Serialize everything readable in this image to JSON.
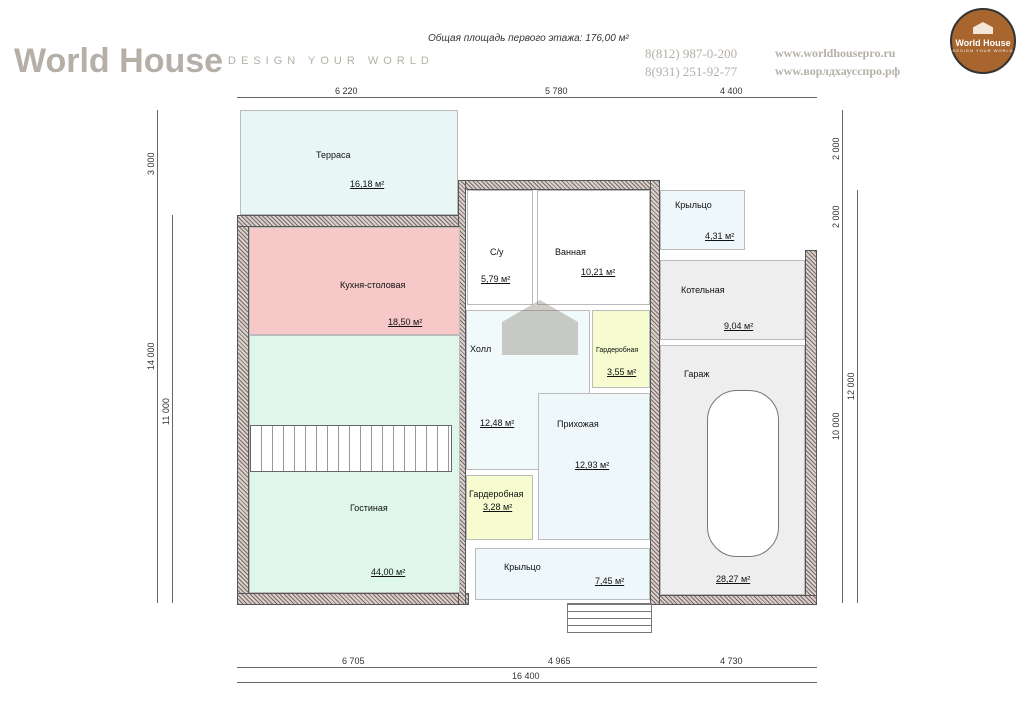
{
  "title": "Общая площадь первого этажа: 176,00 м²",
  "logo": {
    "name": "World House",
    "tagline": "DESIGN YOUR WORLD",
    "color": "#a8652e"
  },
  "watermark": {
    "name": "World House",
    "tagline": "DESIGN YOUR WORLD",
    "phone1": "8(812) 987-0-200",
    "phone2": "8(931) 251-92-77",
    "site1": "www.worldhousepro.ru",
    "site2": "www.ворлдхаусспро.рф"
  },
  "rooms": [
    {
      "name": "Терраса",
      "area": "16,18 м²",
      "color": "#e8f6f6"
    },
    {
      "name": "Кухня-столовая",
      "area": "18,50 м²",
      "color": "#f6c8c8"
    },
    {
      "name": "Гостиная",
      "area": "44,00 м²",
      "color": "#def7ea"
    },
    {
      "name": "С/у",
      "area": "5,79 м²",
      "color": "#ffffff"
    },
    {
      "name": "Ванная",
      "area": "10,21 м²",
      "color": "#ffffff"
    },
    {
      "name": "Крыльцо",
      "area": "4,31 м²",
      "color": "#eef8fa"
    },
    {
      "name": "Котельная",
      "area": "9,04 м²",
      "color": "#eeeeee"
    },
    {
      "name": "Гараж",
      "area": "28,27 м²",
      "color": "#eeeeee"
    },
    {
      "name": "Холл",
      "area": "12,48 м²",
      "color": "#f1fafa"
    },
    {
      "name": "Гардеробная",
      "area": "3,55 м²",
      "color": "#f6fbd0"
    },
    {
      "name": "Прихожая",
      "area": "12,93 м²",
      "color": "#eef8fb"
    },
    {
      "name": "Гардеробная",
      "area": "3,28 м²",
      "color": "#f6fbd0"
    },
    {
      "name": "Крыльцо",
      "area": "7,45 м²",
      "color": "#eef8fa"
    }
  ],
  "dims": {
    "top": [
      "6 220",
      "5 780",
      "4 400"
    ],
    "bottom": [
      "6 705",
      "4 965",
      "4 730"
    ],
    "total": "16 400",
    "left": [
      "3 000",
      "14 000",
      "11 000"
    ],
    "right": [
      "2 000",
      "2 000",
      "10 000",
      "12 000"
    ]
  }
}
